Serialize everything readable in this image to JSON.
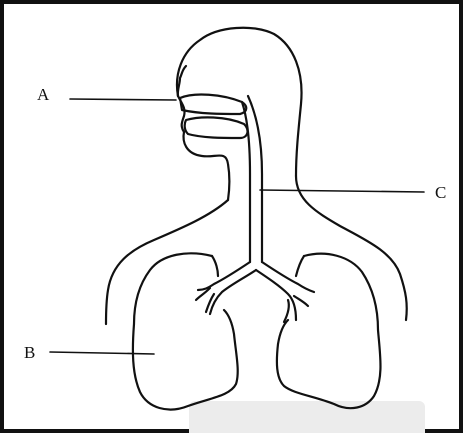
{
  "labels": {
    "a": "A",
    "b": "B",
    "c": "C"
  },
  "colors": {
    "ink": "#111111",
    "background": "#ffffff",
    "frame": "#111111"
  }
}
